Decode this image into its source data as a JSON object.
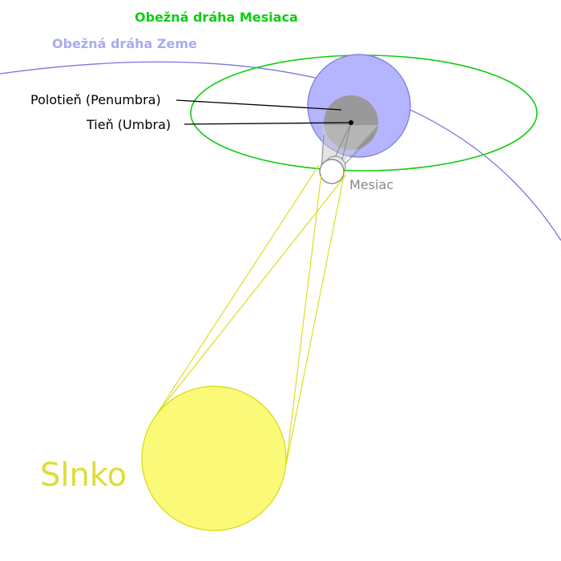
{
  "labels": {
    "moon_orbit": "Obežná dráha Mesiaca",
    "earth_orbit": "Obežná dráha Zeme",
    "penumbra": "Polotieň (Penumbra)",
    "umbra": "Tieň (Umbra)",
    "moon": "Mesiac",
    "sun": "Slnko"
  },
  "colors": {
    "moon_orbit": "#11cc11",
    "earth_orbit": "#7777dd",
    "earth_orbit_label": "#aaaaee",
    "earth": "#b4b4ff",
    "earth_stroke": "#7777dd",
    "umbra": "#999999",
    "moon_label": "#888888",
    "sun": "#fafa78",
    "sun_stroke": "#dddd22",
    "sun_label": "#dddd33",
    "rays": "#dddd22",
    "leader": "#000000"
  }
}
